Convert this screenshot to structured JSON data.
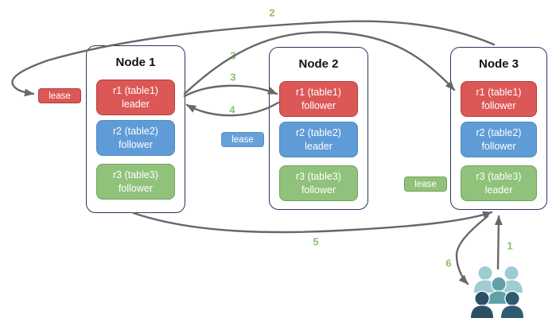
{
  "nodes": [
    {
      "title": "Node 1",
      "replicas": [
        {
          "name": "r1 (table1)",
          "role": "leader",
          "color": "red"
        },
        {
          "name": "r2 (table2)",
          "role": "follower",
          "color": "blue"
        },
        {
          "name": "r3 (table3)",
          "role": "follower",
          "color": "green"
        }
      ]
    },
    {
      "title": "Node 2",
      "replicas": [
        {
          "name": "r1 (table1)",
          "role": "follower",
          "color": "red"
        },
        {
          "name": "r2 (table2)",
          "role": "leader",
          "color": "blue"
        },
        {
          "name": "r3 (table3)",
          "role": "follower",
          "color": "green"
        }
      ]
    },
    {
      "title": "Node 3",
      "replicas": [
        {
          "name": "r1 (table1)",
          "role": "follower",
          "color": "red"
        },
        {
          "name": "r2 (table2)",
          "role": "follower",
          "color": "blue"
        },
        {
          "name": "r3 (table3)",
          "role": "leader",
          "color": "green"
        }
      ]
    }
  ],
  "leases": [
    {
      "label": "lease",
      "color": "red"
    },
    {
      "label": "lease",
      "color": "blue"
    },
    {
      "label": "lease",
      "color": "green"
    }
  ],
  "steps": [
    {
      "label": "1",
      "from": "users",
      "to": "node3-bottom"
    },
    {
      "label": "2",
      "from": "node3-top",
      "to": "lease-red"
    },
    {
      "label": "3",
      "from": "node1-r1-leader",
      "to": "node3-r1-follower"
    },
    {
      "label": "3",
      "from": "node1-r1-leader",
      "to": "node2-r1-follower"
    },
    {
      "label": "4",
      "from": "node2-r1-follower",
      "to": "node1-r1-leader"
    },
    {
      "label": "5",
      "from": "node1-bottom",
      "to": "node3-bottom"
    },
    {
      "label": "6",
      "from": "node3-bottom",
      "to": "users"
    }
  ],
  "users_group": {
    "icon": "users-icon",
    "people_count": 5
  },
  "colors": {
    "replica_red_fill": "#db5856",
    "replica_red_border": "#b43e3b",
    "replica_blue_fill": "#5f9cd7",
    "replica_blue_border": "#4c8ac6",
    "replica_green_fill": "#90c27b",
    "replica_green_border": "#72a35b",
    "node_border": "#23395c",
    "arrow_gray": "#686868",
    "step_label_green": "#8cc06e",
    "users_back_teal": "#9ecdd1",
    "users_middle_teal": "#5fa1a9",
    "users_front_dark_left": "#2b5066",
    "users_front_dark_right": "#305a70"
  }
}
